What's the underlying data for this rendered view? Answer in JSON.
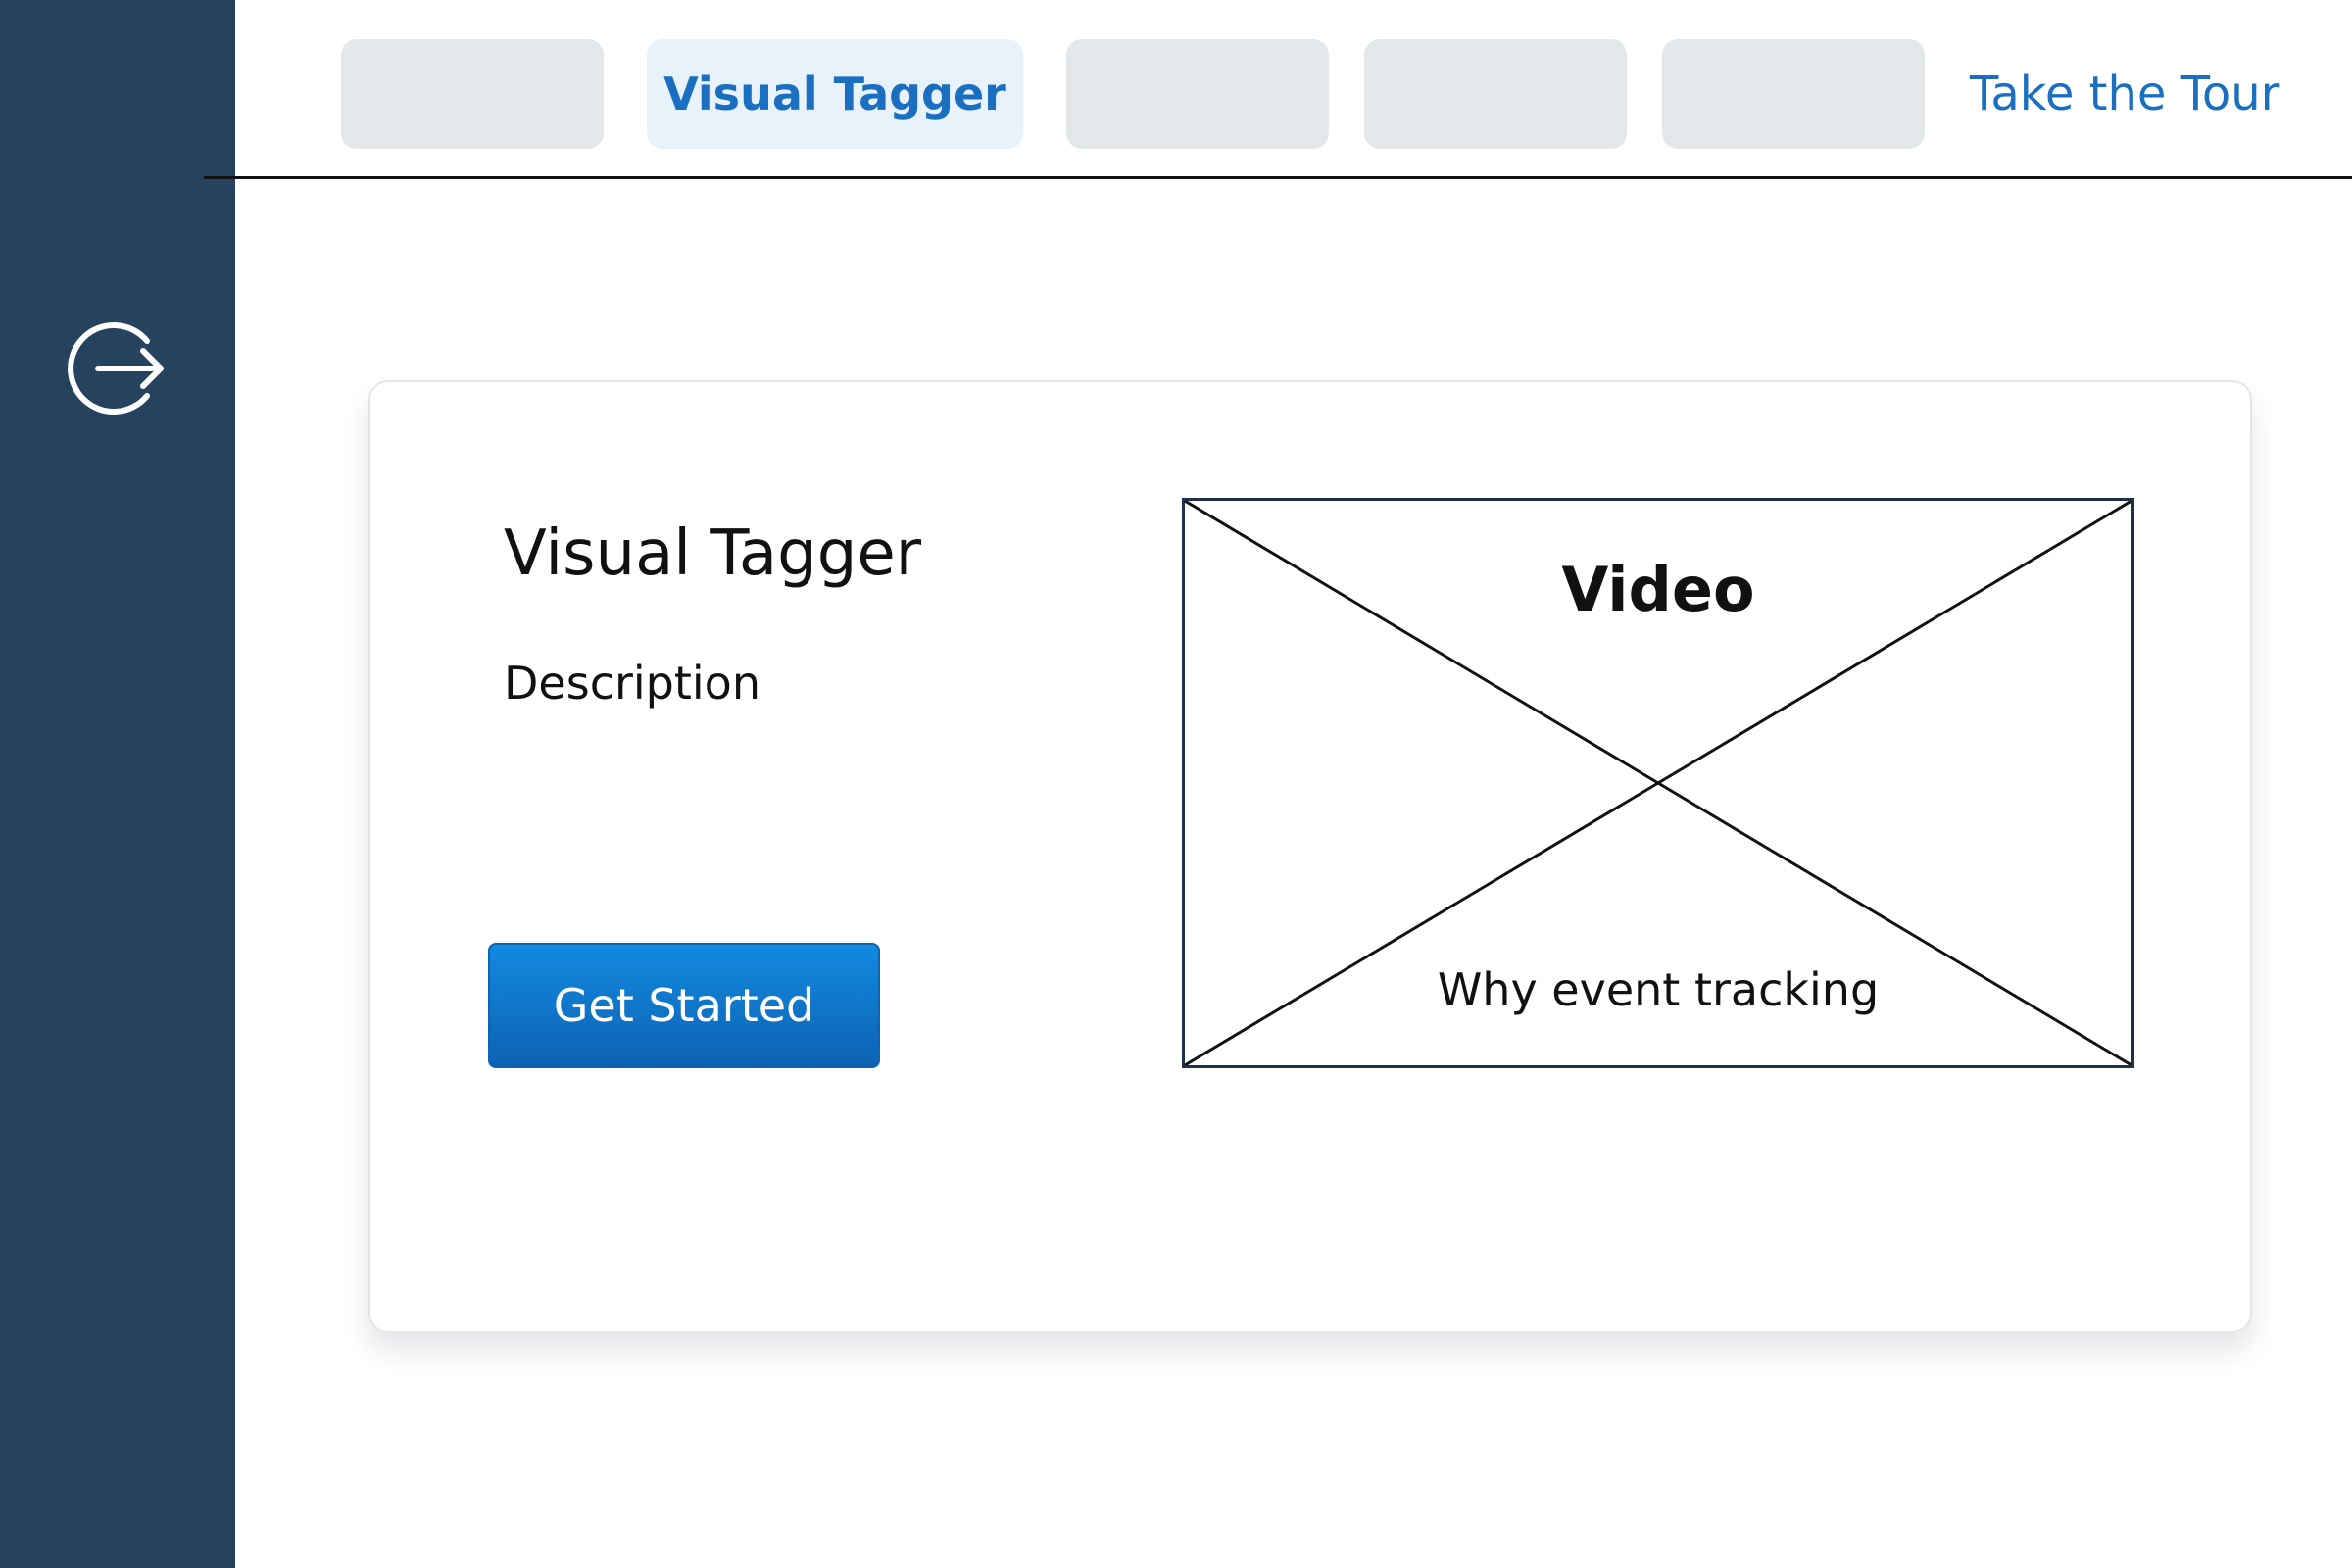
{
  "sidebar": {
    "exit_icon": "exit-arrow-icon"
  },
  "nav": {
    "tabs": [
      {
        "label": "",
        "active": false
      },
      {
        "label": "Visual Tagger",
        "active": true
      },
      {
        "label": "",
        "active": false
      },
      {
        "label": "",
        "active": false
      },
      {
        "label": "",
        "active": false
      }
    ],
    "tour_link": "Take the Tour"
  },
  "card": {
    "title": "Visual Tagger",
    "description": "Description",
    "cta_label": "Get Started",
    "video": {
      "label": "Video",
      "caption": "Why event tracking"
    }
  },
  "colors": {
    "sidebar_bg": "#25435f",
    "accent": "#1a6fc0",
    "button": "#0e78d0",
    "placeholder_tab": "#e4e7ea"
  }
}
